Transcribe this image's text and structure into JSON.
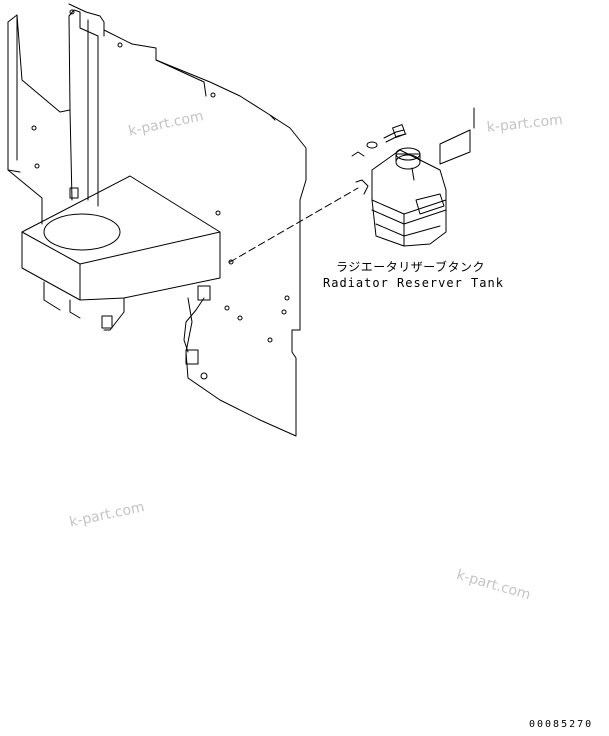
{
  "diagram": {
    "part_label_jp": "ラジエータリザーブタンク",
    "part_label_en": "Radiator Reserver Tank",
    "drawing_number": "00085270",
    "watermark": "k-part.com",
    "line_color": "#000000",
    "watermark_color": "#c4c4c4"
  }
}
